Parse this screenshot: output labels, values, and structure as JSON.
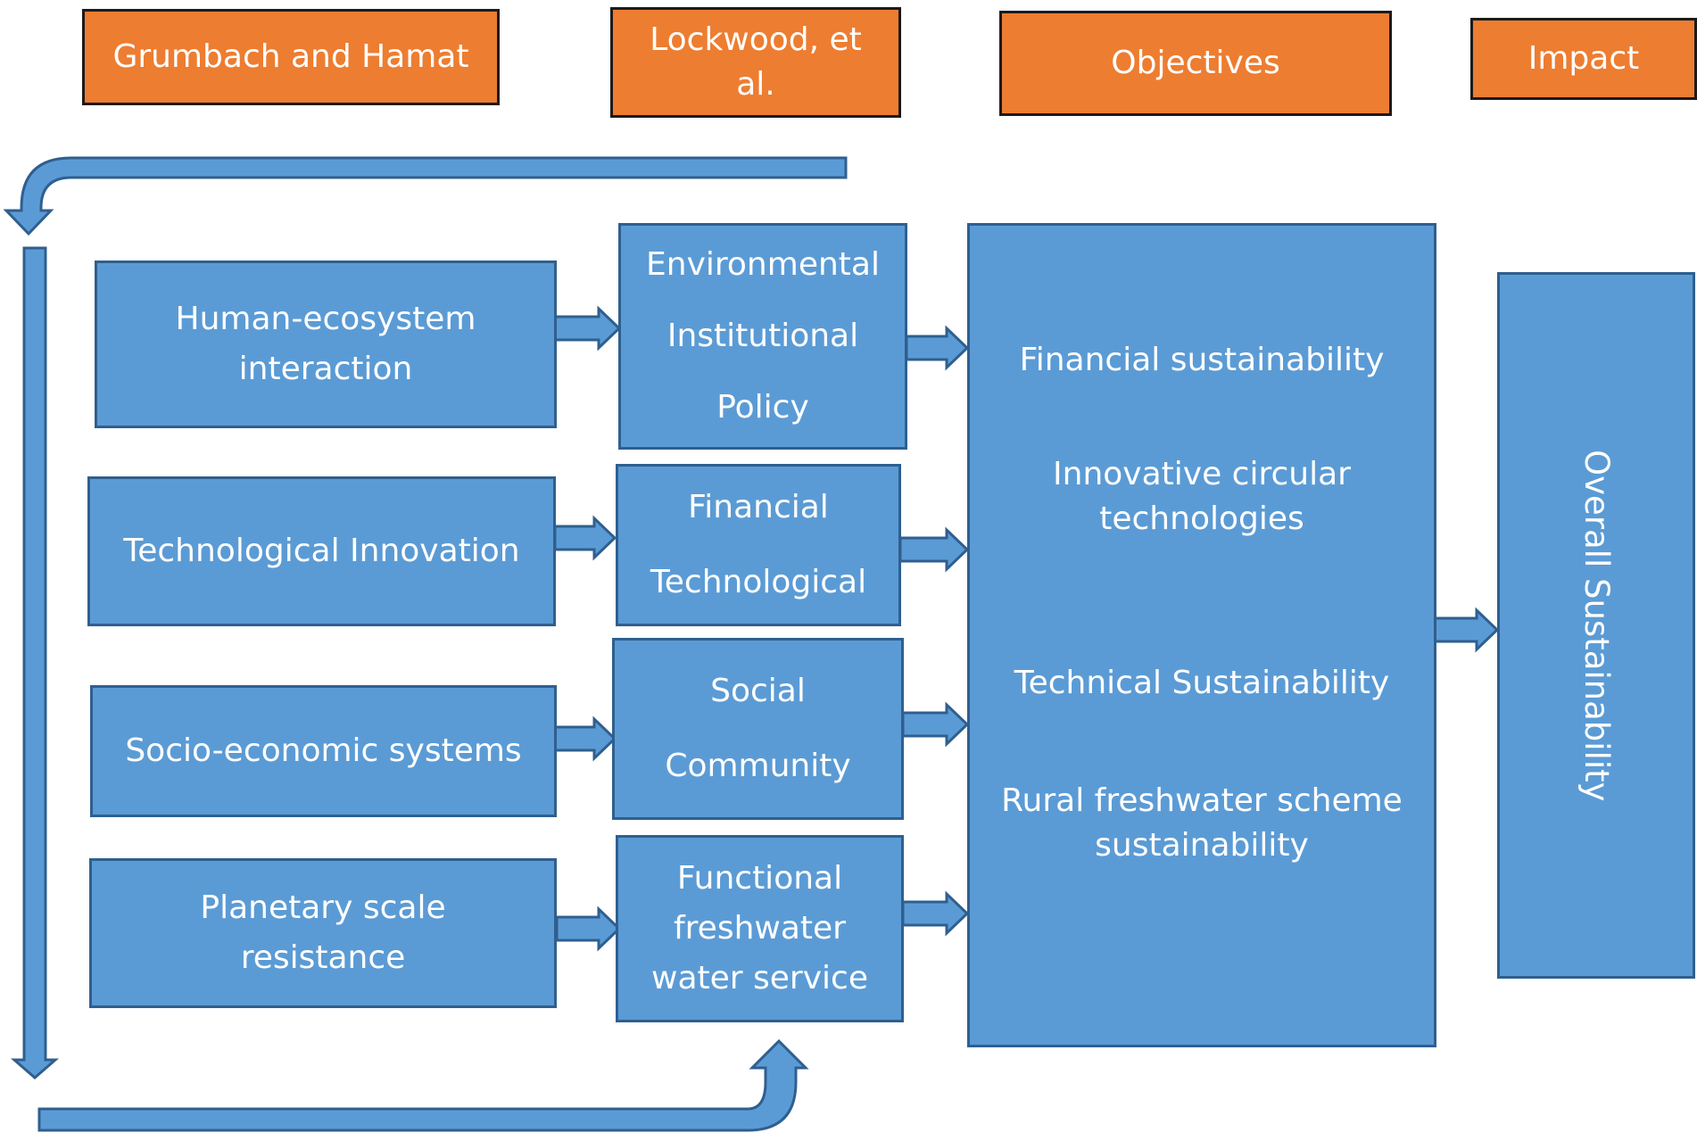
{
  "headers": {
    "grumbach": "Grumbach and Hamat",
    "lockwood": "Lockwood, et al.",
    "objectives": "Objectives",
    "impact": "Impact"
  },
  "left_boxes": {
    "human_ecosystem": "Human-ecosystem interaction",
    "tech_innovation": "Technological Innovation",
    "socio_economic": "Socio-economic systems",
    "planetary": "Planetary scale resistance"
  },
  "mid_boxes": {
    "env_1": "Environmental",
    "env_2": "Institutional",
    "env_3": "Policy",
    "fin_1": "Financial",
    "fin_2": "Technological",
    "soc_1": "Social",
    "soc_2": "Community",
    "func": "Functional freshwater water service"
  },
  "objectives": [
    "Financial sustainability",
    "Innovative circular technologies",
    "Technical Sustainability",
    "Rural freshwater scheme sustainability"
  ],
  "impact_box": "Overall Sustainability",
  "colors": {
    "header_fill": "#ED7D31",
    "box_fill": "#5B9BD5",
    "box_border": "#2F5F8F",
    "text": "#FFFFFF"
  }
}
